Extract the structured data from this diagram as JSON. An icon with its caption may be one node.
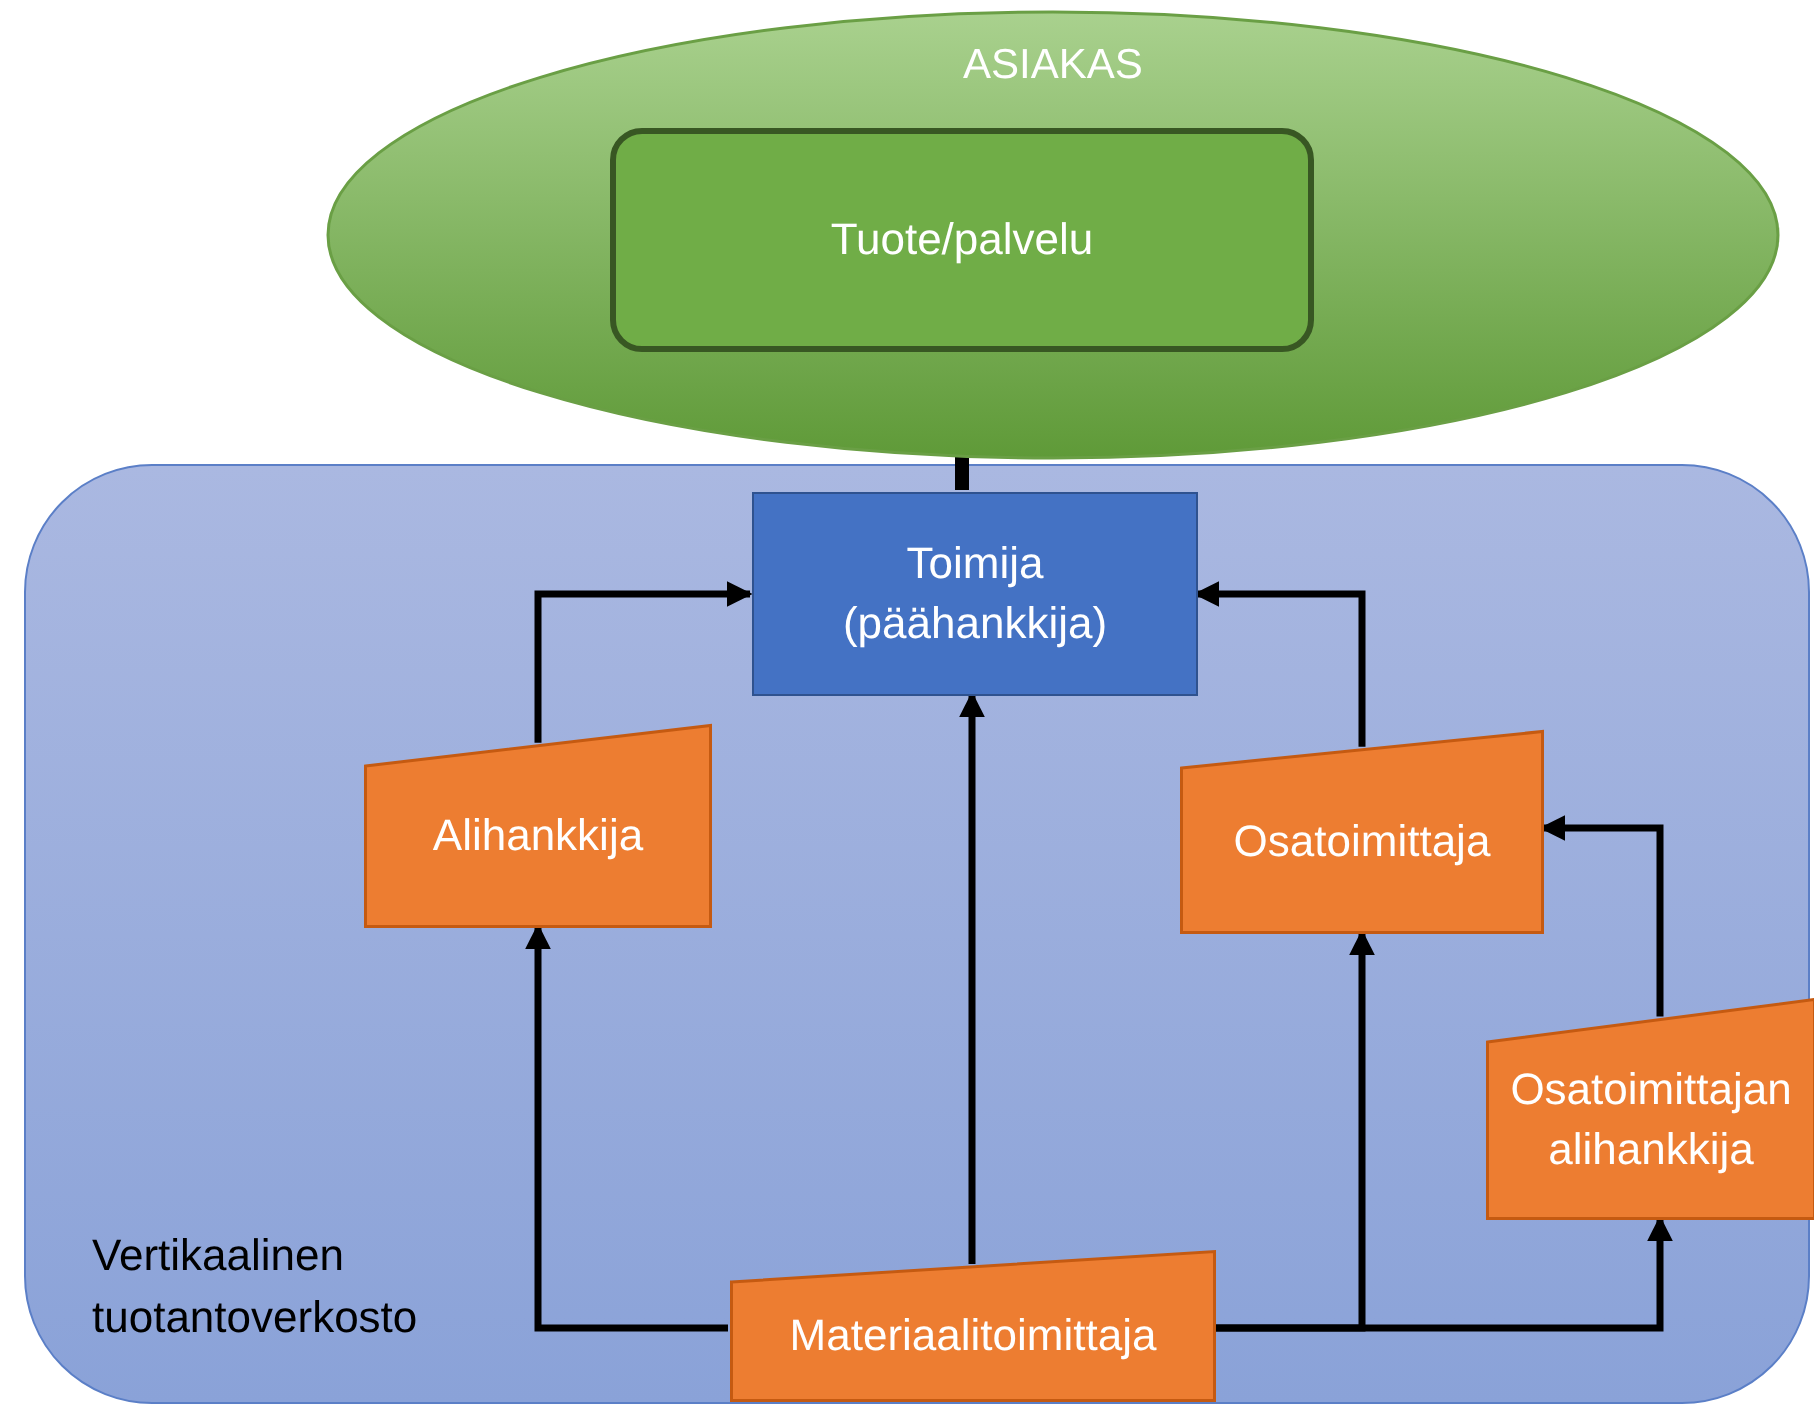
{
  "diagram": {
    "nodes": [
      {
        "text": [
          "ASIAKAS"
        ]
      },
      {
        "text": [
          "Tuote/palvelu"
        ],
        "in": 0
      },
      {
        "text": [
          "Vertikaalinen tuotantoverkosto"
        ]
      },
      {
        "text": [
          "Toimija (päähankkija)"
        ],
        "in": 2
      },
      {
        "text": [
          "Alihankkija"
        ],
        "in": 2
      },
      {
        "text": [
          "Osatoimittaja"
        ],
        "in": 2
      },
      {
        "text": [
          "Osatoimittajan alihankkija"
        ],
        "in": 2
      },
      {
        "text": [
          "Materiaalitoimittaja"
        ],
        "in": 2
      }
    ],
    "edges": [
      {
        "from": 3,
        "to": 1,
        "arrow": "to",
        "style": "thick"
      },
      {
        "from": 4,
        "to": 3,
        "arrow": "to"
      },
      {
        "from": 5,
        "to": 3,
        "arrow": "to"
      },
      {
        "from": 6,
        "to": 5,
        "arrow": "to"
      },
      {
        "from": 7,
        "to": 4,
        "arrow": "to"
      },
      {
        "from": 7,
        "to": 3,
        "arrow": "to"
      },
      {
        "from": 7,
        "to": 5,
        "arrow": "to"
      },
      {
        "from": 7,
        "to": 6,
        "arrow": "to"
      }
    ]
  }
}
